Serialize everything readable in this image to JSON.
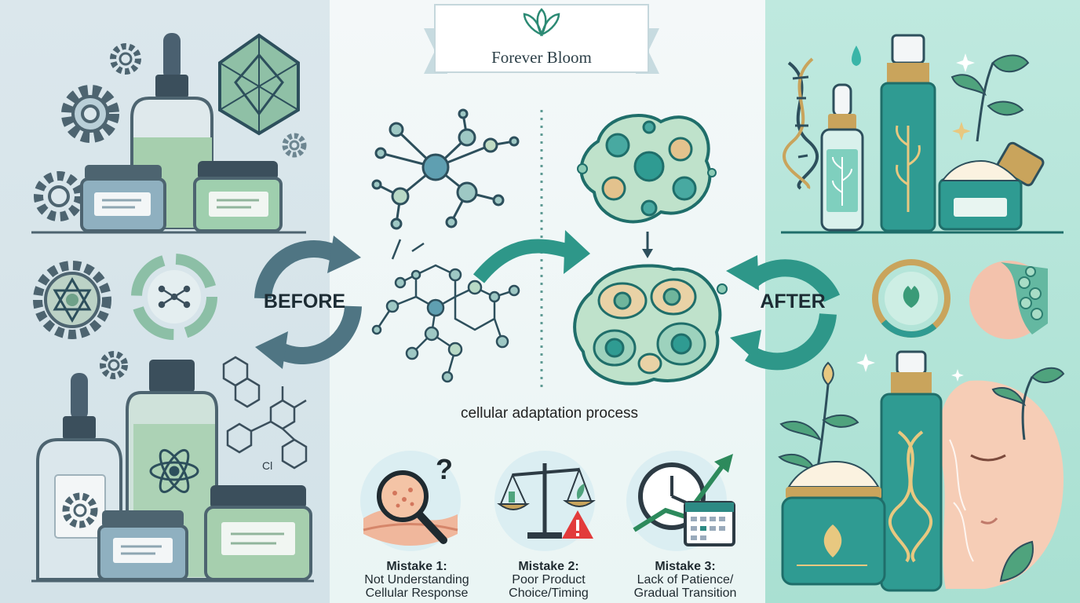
{
  "brand": {
    "name": "Forever Bloom",
    "logo_icon": "lotus-icon"
  },
  "labels": {
    "before": "BEFORE",
    "after": "AFTER",
    "process": "cellular adaptation process"
  },
  "mistakes": [
    {
      "title": "Mistake 1:",
      "line1": "Not Understanding",
      "line2": "Cellular Response",
      "icon": "magnifier-skin-icon"
    },
    {
      "title": "Mistake 2:",
      "line1": "Poor Product",
      "line2": "Choice/Timing",
      "icon": "balance-scale-warning-icon"
    },
    {
      "title": "Mistake 3:",
      "line1": "Lack of Patience/",
      "line2": "Gradual Transition",
      "icon": "clock-calendar-icon"
    }
  ],
  "formula_label": "Cl",
  "colors": {
    "teal": "#1f8a84",
    "dark_teal": "#16605e",
    "slate": "#4d6470",
    "mint": "#a8dcc8",
    "gold": "#c9a45c",
    "before_bg": "#d6e4e9",
    "after_bg": "#b3e4d8"
  }
}
